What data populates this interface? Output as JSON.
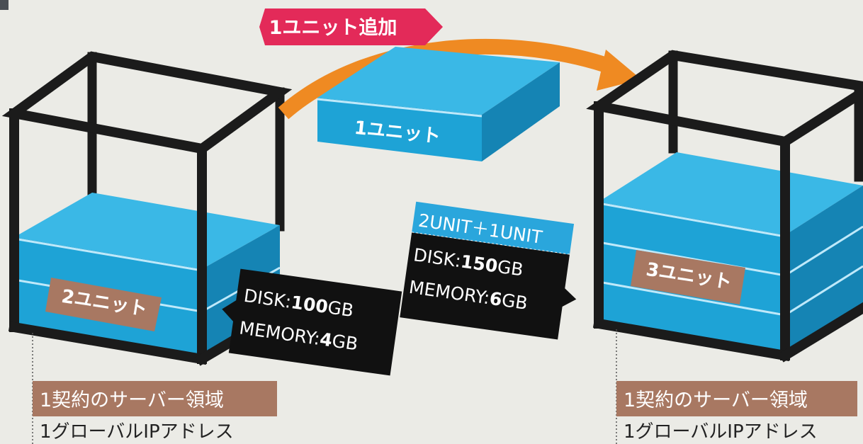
{
  "add_label": "1ユニット追加",
  "new_unit_label": "1ユニット",
  "before": {
    "unit_label": "2ユニット",
    "disk_key": "DISK:",
    "disk_val": "100",
    "disk_unit": "GB",
    "mem_key": "MEMORY:",
    "mem_val": "4",
    "mem_unit": "GB",
    "area_label": "1契約のサーバー領域",
    "ip_label": "1グローバルIPアドレス"
  },
  "after": {
    "unit_label": "3ユニット",
    "formula": "2UNIT＋1UNIT",
    "disk_key": "DISK:",
    "disk_val": "150",
    "disk_unit": "GB",
    "mem_key": "MEMORY:",
    "mem_val": "6",
    "mem_unit": "GB",
    "area_label": "1契約のサーバー領域",
    "ip_label": "1グローバルIPアドレス"
  },
  "colors": {
    "background": "#ebebe6",
    "unit_top": "#3ab8e6",
    "unit_front": "#1ea3d6",
    "unit_side": "#1584b4",
    "frame": "#1b1b1b",
    "add_tag": "#e32a59",
    "arrow": "#ef8a22",
    "label_brown": "#a87862",
    "spec_black": "#111111",
    "formula_blue": "#2aa6dc"
  }
}
